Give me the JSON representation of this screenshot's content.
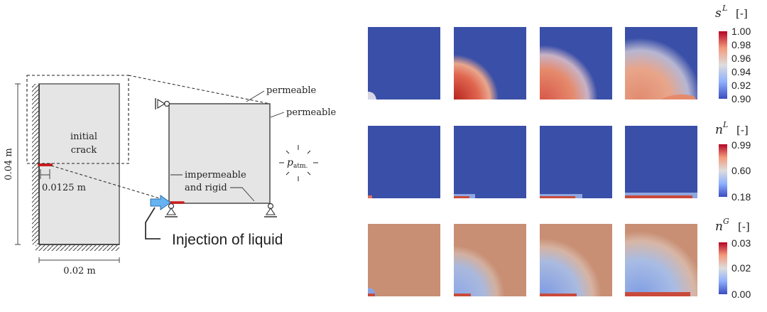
{
  "schematic": {
    "label_initial": "initial",
    "label_crack": "crack",
    "dim_height": "0.04 m",
    "dim_crack_pos": "0.0125 m",
    "dim_width": "0.02 m",
    "label_permeable_top": "permeable",
    "label_permeable_right": "permeable",
    "label_impermeable": "impermeable",
    "label_rigid": "and rigid",
    "label_p": "p",
    "label_p_sub": "atm.",
    "label_injection": "Injection of liquid",
    "colors": {
      "domain": "#e5e5e5",
      "crack": "#cc1b1b",
      "arrow": "#66b3f2"
    }
  },
  "results": {
    "rows": [
      {
        "symbol": "s",
        "superscript": "L",
        "unit": "[-]",
        "ticks": [
          "1.00",
          "0.98",
          "0.96",
          "0.94",
          "0.92",
          "0.90"
        ],
        "panels": 4
      },
      {
        "symbol": "n",
        "superscript": "L",
        "unit": "[-]",
        "ticks": [
          "0.99",
          "0.60",
          "0.18"
        ],
        "panels": 4
      },
      {
        "symbol": "n",
        "superscript": "G",
        "unit": "[-]",
        "ticks": [
          "0.03",
          "0.02",
          "0.00"
        ],
        "panels": 4
      }
    ],
    "colors": {
      "field_low": "#3a4fa8",
      "field_background_gas": "#c88f74",
      "colorbar": [
        "#3b4cc0",
        "#8db0fe",
        "#dddddd",
        "#f49a7b",
        "#b40426"
      ]
    }
  }
}
